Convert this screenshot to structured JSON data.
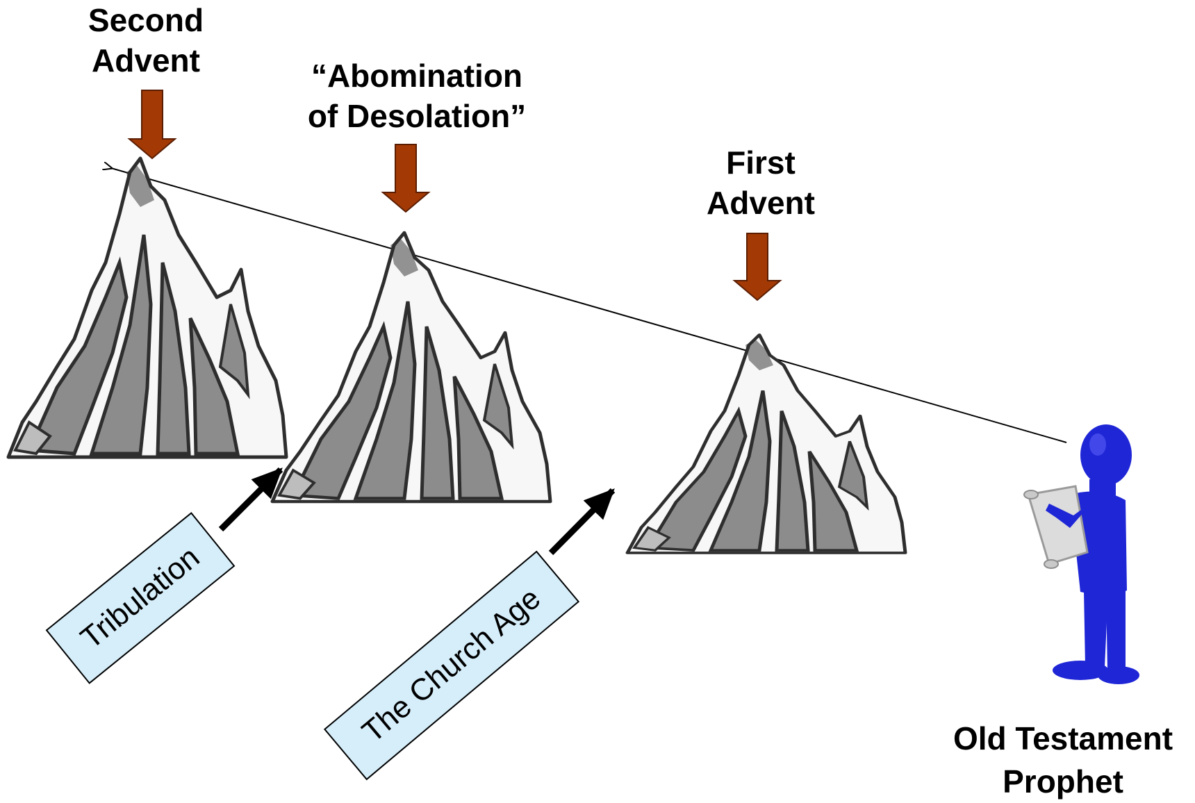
{
  "labels": {
    "second_advent": [
      "Second",
      "Advent"
    ],
    "abomination": [
      "“Abomination",
      "of Desolation”"
    ],
    "first_advent": [
      "First",
      "Advent"
    ],
    "prophet": [
      "Old Testament",
      "Prophet"
    ]
  },
  "boxes": {
    "tribulation": "Tribulation",
    "church_age": "The Church Age"
  },
  "colors": {
    "down_arrow": "#a33a06",
    "box_fill": "#d6eefa",
    "prophet_figure": "#1f26d6",
    "mountain_dark": "#2e2e2e",
    "mountain_mid": "#8c8c8c"
  },
  "icons": {
    "mountains": [
      "mountain-icon",
      "mountain-icon",
      "mountain-icon"
    ],
    "prophet": "prophet-figure-icon",
    "scroll": "scroll-icon"
  }
}
